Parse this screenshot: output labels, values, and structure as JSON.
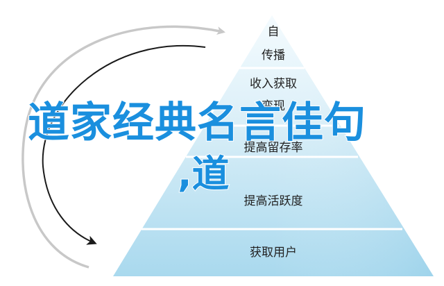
{
  "pyramid": {
    "layers": [
      {
        "id": "tip",
        "lines": [
          "自",
          "传播"
        ]
      },
      {
        "id": "revenue",
        "lines": [
          "收入获取",
          "变现"
        ]
      },
      {
        "id": "retention",
        "lines": [
          "提高留存率"
        ]
      },
      {
        "id": "activation",
        "lines": [
          "提高活跃度"
        ]
      },
      {
        "id": "acquisition",
        "lines": [
          "获取用户"
        ]
      }
    ]
  },
  "overlay": {
    "title": "道家经典名言佳句",
    "subtitle": ",道"
  },
  "colors": {
    "pyramid_light": "#f2fafd",
    "pyramid_mid": "#cfeaf6",
    "pyramid_deep": "#a8d9ee",
    "separator": "#ffffff",
    "outer_arrow": "#c8c8c8",
    "inner_arrow": "#1a1a1a",
    "overlay_text": "#1a8fde"
  }
}
